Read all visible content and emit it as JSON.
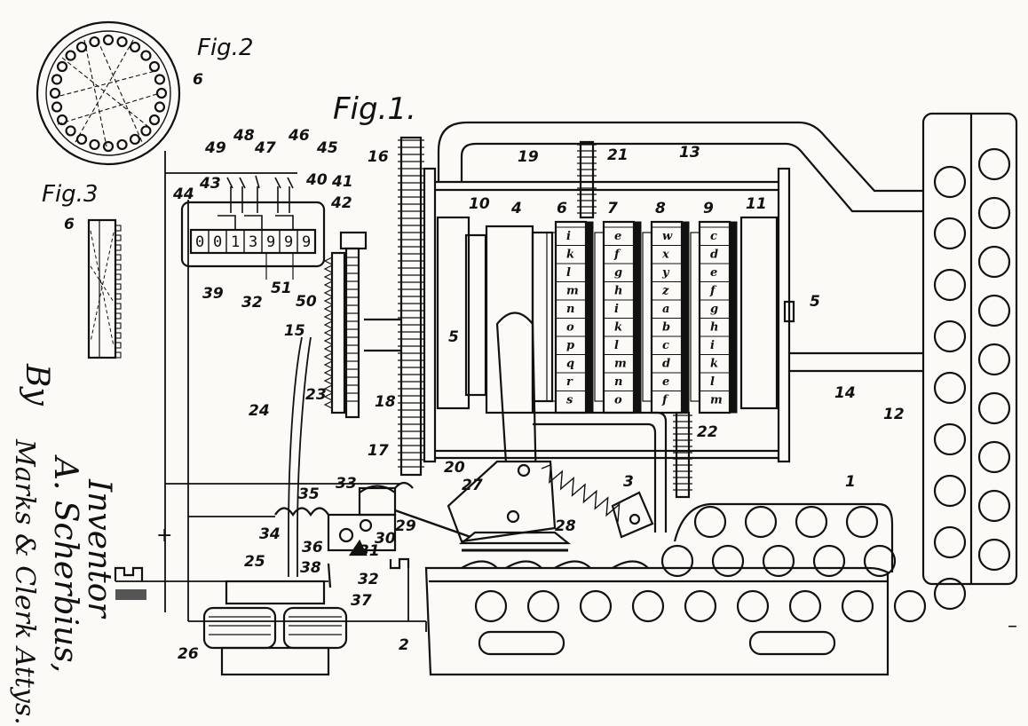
{
  "figures": {
    "fig1": "Fig.1.",
    "fig2": "Fig.2",
    "fig3": "Fig.3"
  },
  "signature": {
    "line1": "Inventor",
    "line2": "A. Scherbius,",
    "line3": "By",
    "line4": "Marks & Clerk Attys."
  },
  "polarity": {
    "plus": "+",
    "minus": "–"
  },
  "counter_digits": [
    "0",
    "0",
    "1",
    "3",
    "9",
    "9",
    "9"
  ],
  "wheel_letters": {
    "wheel_6": [
      "i",
      "k",
      "l",
      "m",
      "n",
      "o",
      "p",
      "q",
      "r",
      "s"
    ],
    "wheel_7": [
      "e",
      "f",
      "g",
      "h",
      "i",
      "k",
      "l",
      "m",
      "n",
      "o"
    ],
    "wheel_8": [
      "w",
      "x",
      "y",
      "z",
      "a",
      "b",
      "c",
      "d",
      "e",
      "f"
    ],
    "wheel_9": [
      "c",
      "d",
      "e",
      "f",
      "g",
      "h",
      "i",
      "k",
      "l",
      "m"
    ]
  },
  "labels": {
    "n1": "1",
    "n2": "2",
    "n3": "3",
    "n4": "4",
    "n5": "5",
    "n5b": "5",
    "n6": "6",
    "n6b": "6",
    "n6c": "6",
    "n7": "7",
    "n8": "8",
    "n9": "9",
    "n10": "10",
    "n11": "11",
    "n12": "12",
    "n13": "13",
    "n14": "14",
    "n15": "15",
    "n16": "16",
    "n17": "17",
    "n18": "18",
    "n19": "19",
    "n20": "20",
    "n21": "21",
    "n22": "22",
    "n23": "23",
    "n24": "24",
    "n25": "25",
    "n26": "26",
    "n27": "27",
    "n28": "28",
    "n29": "29",
    "n30": "30",
    "n31": "31",
    "n32": "32",
    "n32b": "32",
    "n33": "33",
    "n34": "34",
    "n35": "35",
    "n36": "36",
    "n37": "37",
    "n38": "38",
    "n39": "39",
    "n40": "40",
    "n41": "41",
    "n42": "42",
    "n43": "43",
    "n44": "44",
    "n45": "45",
    "n46": "46",
    "n47": "47",
    "n48": "48",
    "n49": "49",
    "n50": "50",
    "n51": "51"
  }
}
